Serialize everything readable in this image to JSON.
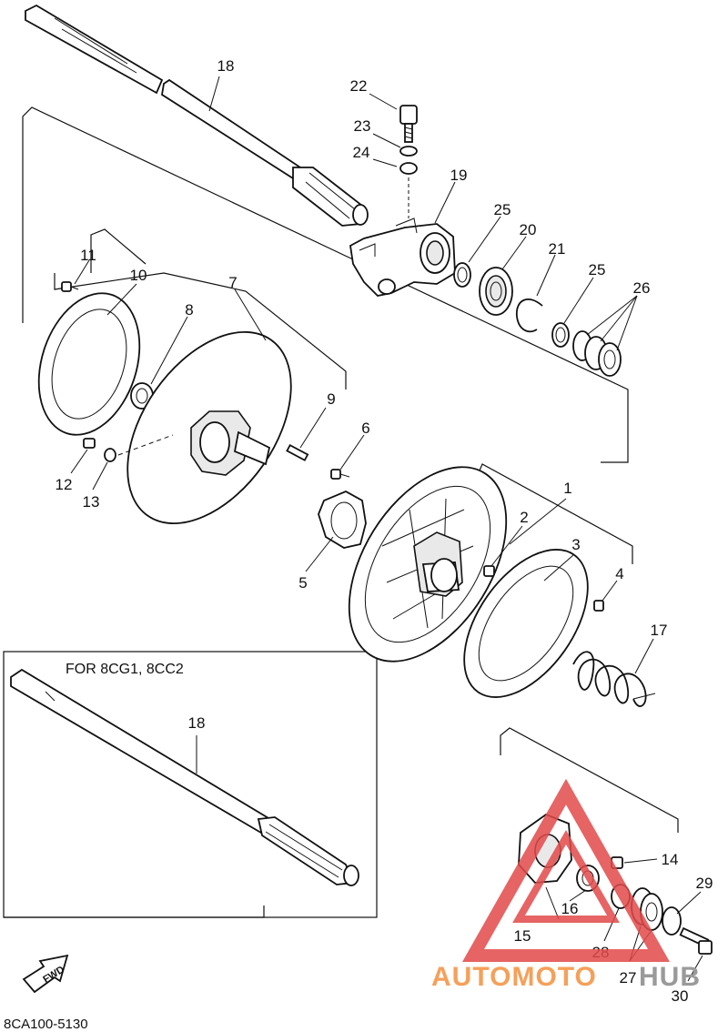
{
  "diagram": {
    "variant_caption": "FOR 8CG1, 8CC2",
    "drawing_code": "8CA100-5130",
    "fwd_label": "FWD",
    "watermark": {
      "text_part1": "AUTOMOTO",
      "text_part2": "HUB",
      "color_orange": "#f5a05a",
      "color_gray": "#9a9a9a",
      "color_red": "#e24a4a"
    },
    "callouts": {
      "c1": "1",
      "c2": "2",
      "c3": "3",
      "c4": "4",
      "c5": "5",
      "c6": "6",
      "c7": "7",
      "c8": "8",
      "c9": "9",
      "c10": "10",
      "c11": "11",
      "c12": "12",
      "c13": "13",
      "c14": "14",
      "c15": "15",
      "c16": "16",
      "c17": "17",
      "c18a": "18",
      "c18b": "18",
      "c19": "19",
      "c20": "20",
      "c21": "21",
      "c22": "22",
      "c23": "23",
      "c24": "24",
      "c25a": "25",
      "c25b": "25",
      "c26": "26",
      "c27": "27",
      "c28": "28",
      "c29": "29",
      "c30": "30"
    }
  }
}
